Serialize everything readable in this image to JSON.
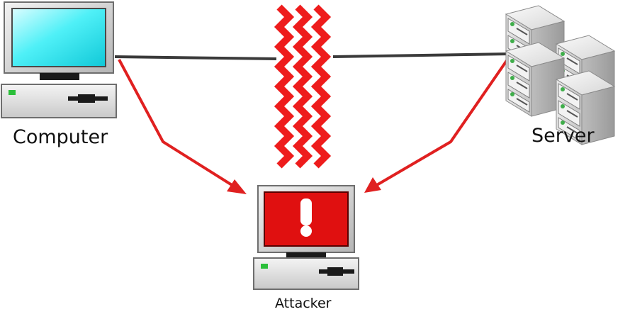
{
  "labels": {
    "computer": "Computer",
    "server": "Server",
    "attacker": "Attacker"
  },
  "icons": {
    "computer": "desktop-computer-icon",
    "server": "server-rack-icon",
    "attacker": "attacker-computer-icon",
    "alert": "exclamation-icon",
    "barrier": "zigzag-interference-icon"
  },
  "colors": {
    "arrow": "#e02020",
    "link": "#3a3a3a",
    "computer_screen": "#22e0ec",
    "attacker_screen": "#e01010",
    "barrier": "#ee1c1c"
  }
}
